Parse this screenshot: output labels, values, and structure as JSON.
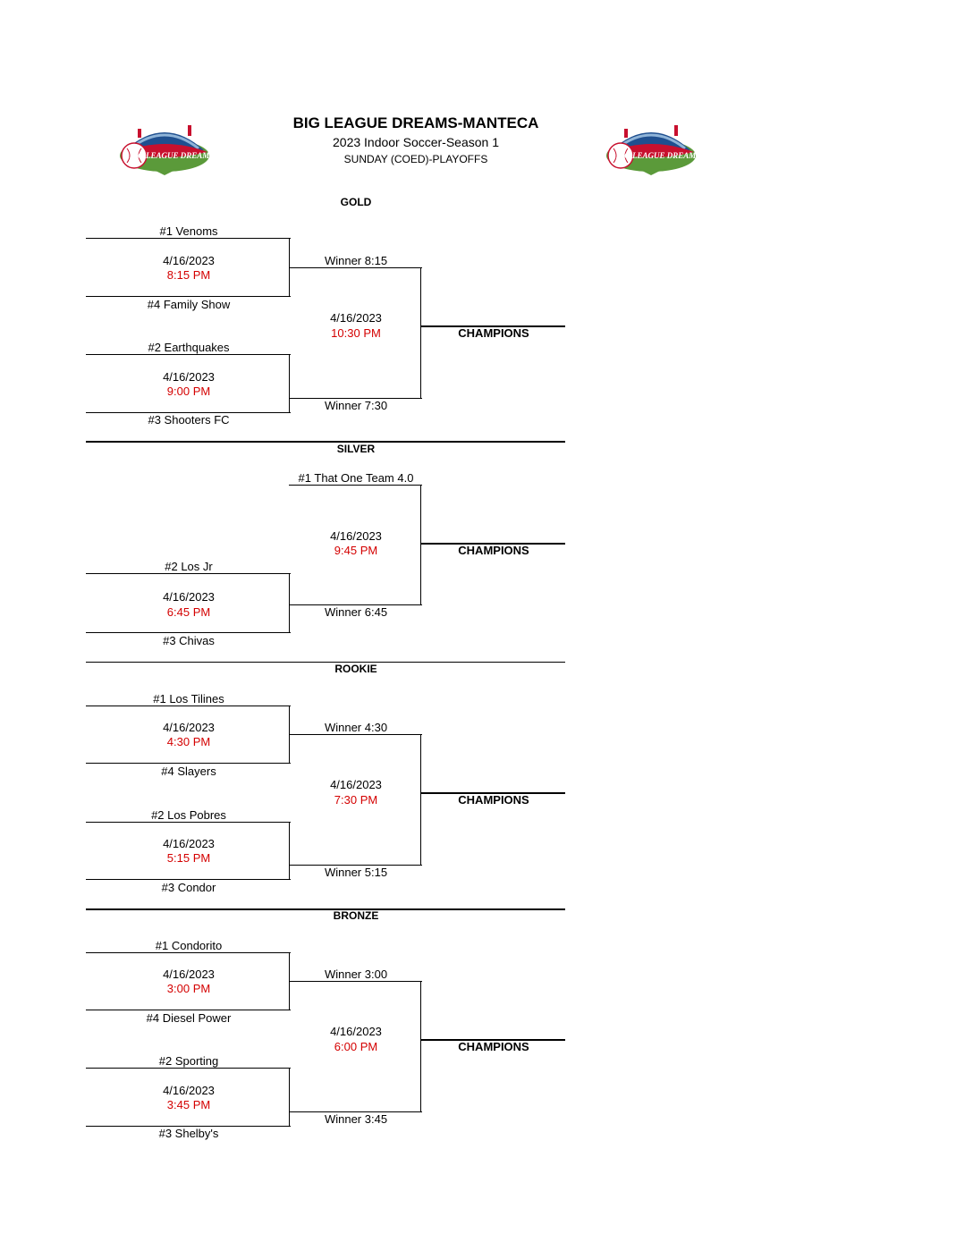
{
  "header": {
    "title": "BIG LEAGUE DREAMS-MANTECA",
    "subtitle": "2023 Indoor Soccer-Season 1",
    "division": "SUNDAY (COED)-PLAYOFFS",
    "logo_text": "BIG LEAGUE DREAMS"
  },
  "champions_label": "CHAMPIONS",
  "gold": {
    "name": "GOLD",
    "team1": "#1 Venoms",
    "team4": "#4 Family Show",
    "team2": "#2 Earthquakes",
    "team3": "#3 Shooters FC",
    "semi1": {
      "date": "4/16/2023",
      "time": "8:15 PM"
    },
    "semi2": {
      "date": "4/16/2023",
      "time": "9:00 PM"
    },
    "winner_a": "Winner 8:15",
    "winner_b": "Winner 7:30",
    "final": {
      "date": "4/16/2023",
      "time": "10:30 PM"
    }
  },
  "silver": {
    "name": "SILVER",
    "team1": "#1 That One Team 4.0",
    "team2": "#2 Los Jr",
    "team3": "#3 Chivas",
    "semi": {
      "date": "4/16/2023",
      "time": "6:45 PM"
    },
    "winner": "Winner 6:45",
    "final": {
      "date": "4/16/2023",
      "time": "9:45 PM"
    }
  },
  "rookie": {
    "name": "ROOKIE",
    "team1": "#1 Los Tilines",
    "team4": "#4 Slayers",
    "team2": "#2 Los Pobres",
    "team3": "#3 Condor",
    "semi1": {
      "date": "4/16/2023",
      "time": "4:30 PM"
    },
    "semi2": {
      "date": "4/16/2023",
      "time": "5:15 PM"
    },
    "winner_a": "Winner 4:30",
    "winner_b": "Winner 5:15",
    "final": {
      "date": "4/16/2023",
      "time": "7:30 PM"
    }
  },
  "bronze": {
    "name": "BRONZE",
    "team1": "#1 Condorito",
    "team4": "#4 Diesel Power",
    "team2": "#2 Sporting",
    "team3": "#3 Shelby's",
    "semi1": {
      "date": "4/16/2023",
      "time": "3:00 PM"
    },
    "semi2": {
      "date": "4/16/2023",
      "time": "3:45 PM"
    },
    "winner_a": "Winner 3:00",
    "winner_b": "Winner 3:45",
    "final": {
      "date": "4/16/2023",
      "time": "6:00 PM"
    }
  }
}
